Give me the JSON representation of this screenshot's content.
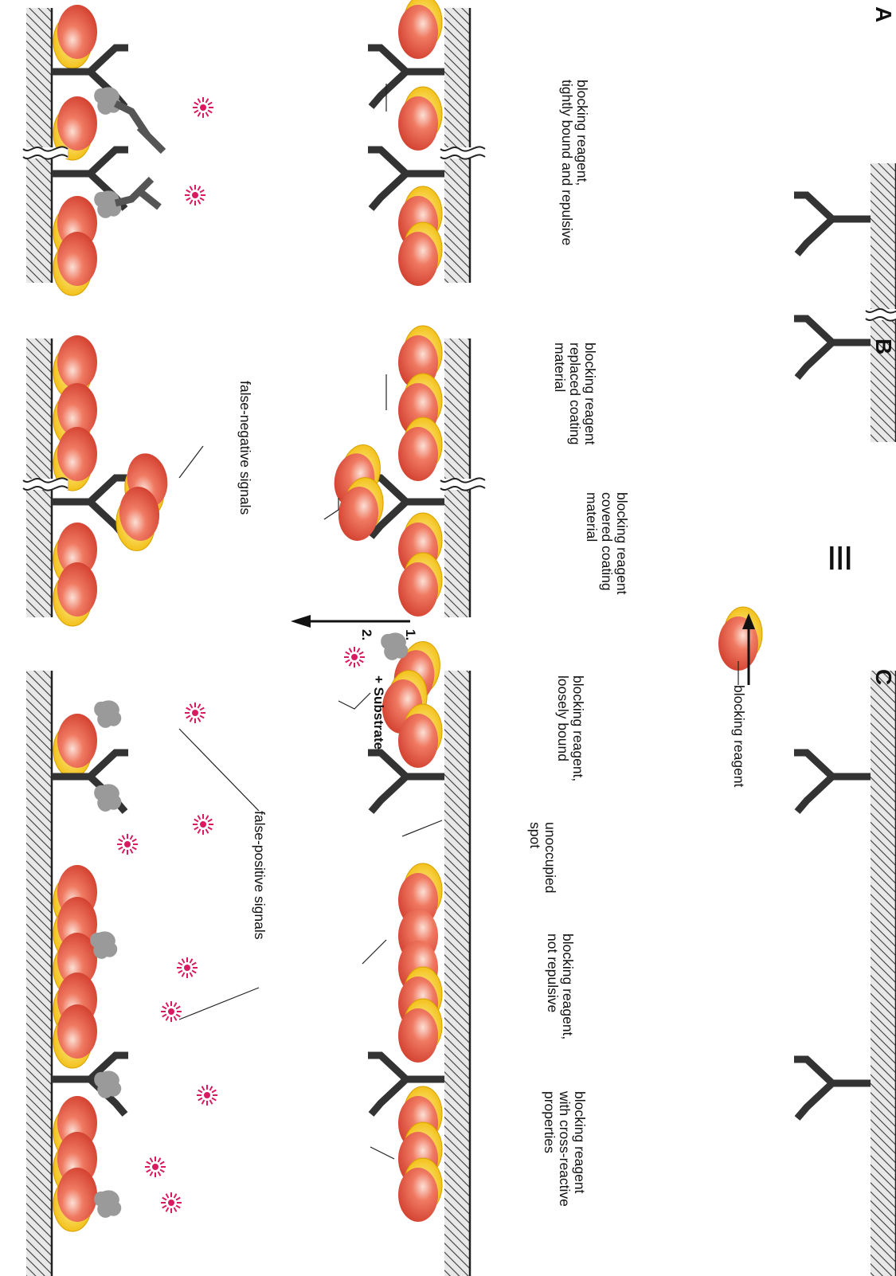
{
  "sections": {
    "a": "A",
    "b": "B",
    "c": "C"
  },
  "legend": {
    "blocking_reagent": "blocking reagent"
  },
  "equivalence_symbol": "≡",
  "steps": {
    "step1": "1.",
    "step2": "2.",
    "substrate": "+ Substrate"
  },
  "labels": {
    "a_tight": "blocking reagent,\ntightly bound and repulsive",
    "b_replaced": "blocking reagent\nreplaced coating\nmaterial",
    "b_covered": "blocking reagent\ncovered coating\nmaterial",
    "c_loose": "blocking reagent,\nloosely bound",
    "c_unoccupied": "unoccupied\nspot",
    "c_not_repulsive": "blocking reagent,\nnot repulsive",
    "c_cross_reactive": "blocking reagent\nwith cross-reactive\nproperties",
    "false_negative": "false-negative signals",
    "false_positive": "false-positive signals"
  },
  "colors": {
    "surface_hatch": "#3a3a3a",
    "surface_fill": "#e8e8e8",
    "capture_antibody": "#333333",
    "detection_antibody": "#555555",
    "antigen": "#9a9a9a",
    "blocking_reagent": "#e8503a",
    "blocking_reagent_shell": "#f2c200",
    "label_enzyme": "#d81b60"
  },
  "icons": [
    "capture-antibody-icon",
    "blocking-reagent-icon",
    "antigen-icon",
    "detection-antibody-icon",
    "signal-burst-icon",
    "surface-break-icon",
    "process-arrow-icon"
  ]
}
